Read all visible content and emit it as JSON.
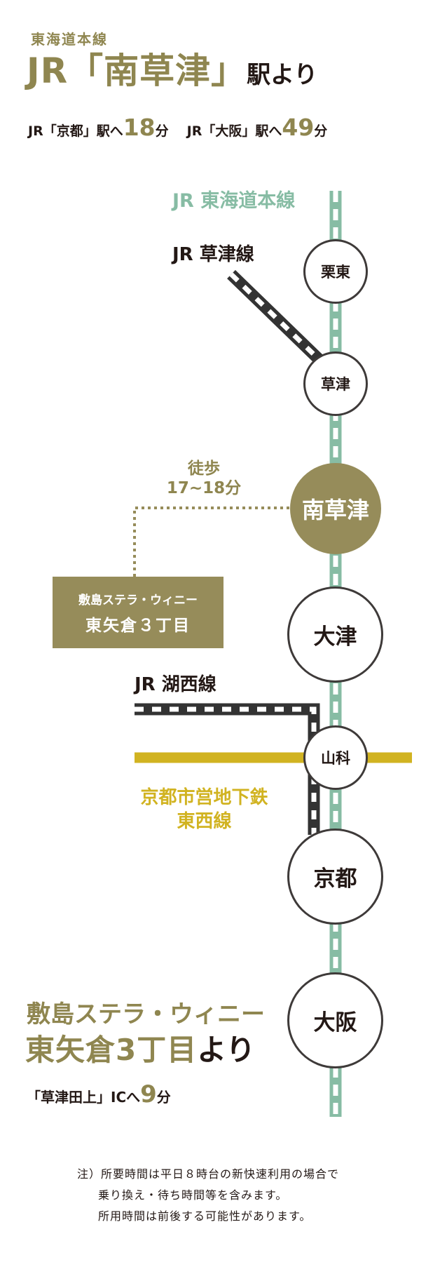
{
  "header": {
    "line_name": "東海道本線",
    "title_main": "JR「南草津」",
    "title_suffix": "駅より",
    "kyoto_prefix": "JR「京都」駅へ",
    "kyoto_minutes": "18",
    "kyoto_unit": "分",
    "osaka_prefix": "JR「大阪」駅へ",
    "osaka_minutes": "49",
    "osaka_unit": "分"
  },
  "lines": {
    "tokaido": "JR 東海道本線",
    "kusatsu_line": "JR 草津線",
    "kosei_line": "JR 湖西線",
    "subway_1": "京都市営地下鉄",
    "subway_2": "東西線"
  },
  "walk": {
    "label": "徒歩",
    "time": "17~18分"
  },
  "destination_box": {
    "line1": "敷島ステラ・ウィニー",
    "line2": "東矢倉３丁目"
  },
  "stations": {
    "ritto": "栗東",
    "kusatsu": "草津",
    "minami_kusatsu": "南草津",
    "otsu": "大津",
    "yamashina": "山科",
    "kyoto": "京都",
    "osaka": "大阪"
  },
  "footer_block": {
    "line1": "敷島ステラ・ウィニー",
    "line2_olive": "東矢倉3丁目",
    "line2_dark": "より",
    "ic_prefix": "「草津田上」ICへ",
    "ic_minutes": "9",
    "ic_unit": "分"
  },
  "notes": {
    "line1": "注）所要時間は平日８時台の新快速利用の場合で",
    "line2": "乗り換え・待ち時間等を含みます。",
    "line3": "所用時間は前後する可能性があります。"
  },
  "colors": {
    "olive": "#968c5a",
    "tokaido_green": "#87bca4",
    "subway_yellow": "#d1b321",
    "jr_dark": "#333333"
  }
}
